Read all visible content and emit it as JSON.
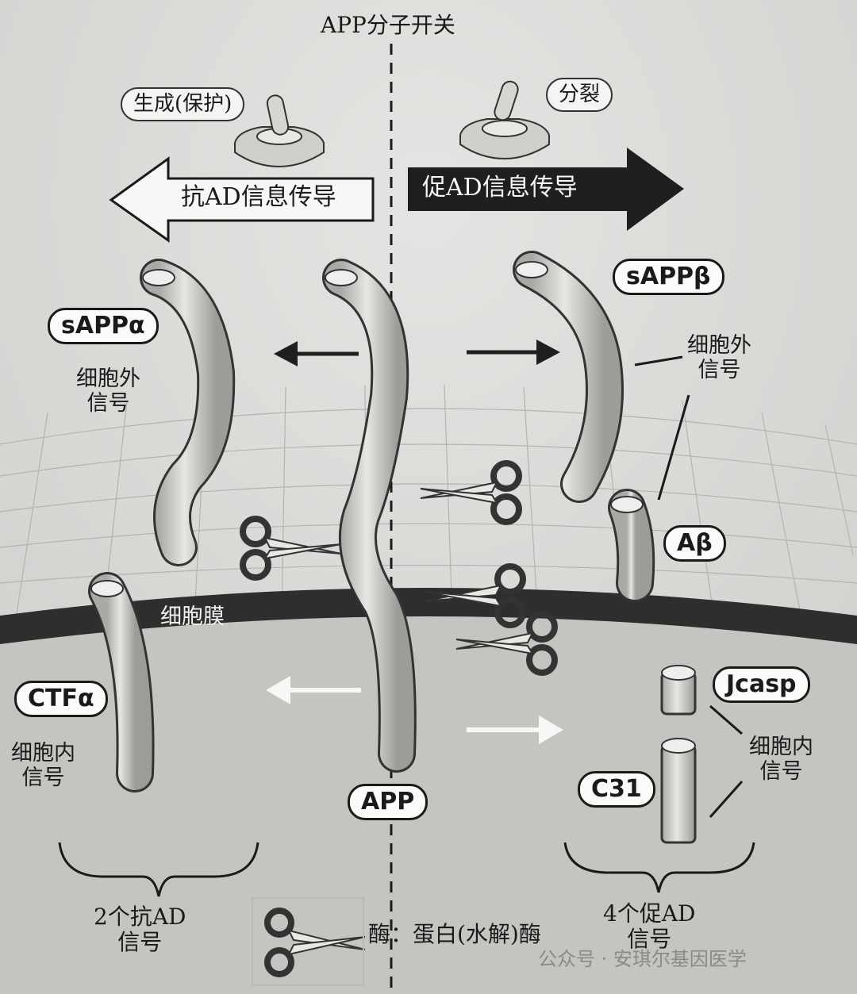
{
  "title": "APP分子开关",
  "switches": {
    "left_label": "生成(保护)",
    "right_label": "分裂"
  },
  "arrows": {
    "left_label": "抗AD信息传导",
    "right_label": "促AD信息传导"
  },
  "fragments": {
    "sappa": "sAPPα",
    "sappb": "sAPPβ",
    "abeta": "Aβ",
    "ctfa": "CTFα",
    "jcasp": "Jcasp",
    "c31": "C31",
    "app": "APP"
  },
  "signals": {
    "left_extra": [
      "细胞外",
      "信号"
    ],
    "right_extra": [
      "细胞外",
      "信号"
    ],
    "left_intra": [
      "细胞内",
      "信号"
    ],
    "right_intra": [
      "细胞内",
      "信号"
    ]
  },
  "membrane_label": "细胞膜",
  "summary": {
    "left": [
      "2个抗AD",
      "信号"
    ],
    "right": [
      "4个促AD",
      "信号"
    ]
  },
  "legend": {
    "text": "酶：蛋白(水解)酶"
  },
  "watermark": "公众号 · 安琪尔基因医学",
  "colors": {
    "background": "#d9d9d7",
    "membrane": "#2e2e2e",
    "intracellular": "#c2c2bf",
    "tube": "#cfcfcc",
    "arrow_dark": "#1f1f1f",
    "arrow_light": "#f7f7f5"
  }
}
